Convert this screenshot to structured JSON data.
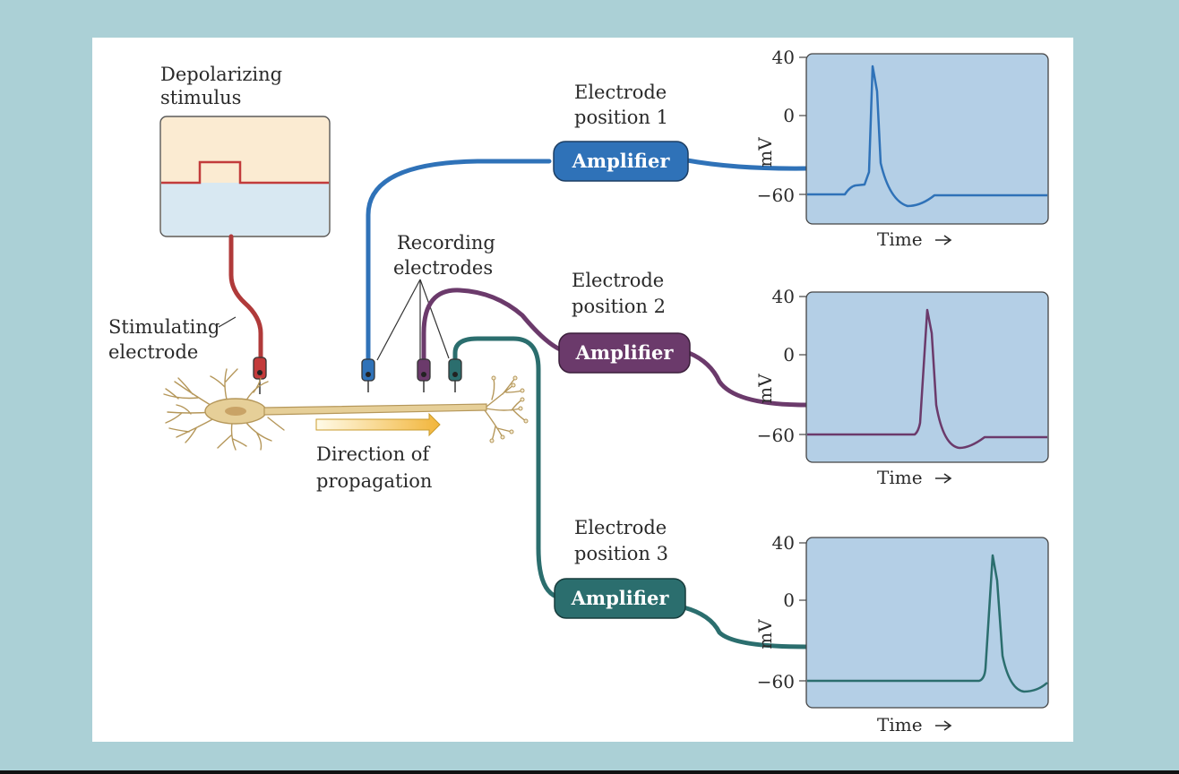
{
  "stimulus": {
    "title_line1": "Depolarizing",
    "title_line2": "stimulus"
  },
  "stimulating_electrode": {
    "label_line1": "Stimulating",
    "label_line2": "electrode"
  },
  "recording_electrodes": {
    "label_line1": "Recording",
    "label_line2": "electrodes"
  },
  "propagation": {
    "label_line1": "Direction of",
    "label_line2": "propagation"
  },
  "amplifier_label": "Amplifier",
  "colors": {
    "background": "#abd0d6",
    "stimulus_wire": "#b03a3a",
    "electrode_1": "#2f72b8",
    "electrode_2": "#6b3a6b",
    "electrode_3": "#2b6e6e",
    "plot_background": "#b4cfe6",
    "stimulus_top": "#fbebd2",
    "stimulus_bottom": "#d8e8f2",
    "neuron": "#e6cf98"
  },
  "recordings": [
    {
      "position_line1": "Electrode",
      "position_line2": "position 1",
      "color": "#2f72b8",
      "y_label": "mV",
      "y_ticks": [
        "40",
        "0",
        "−60"
      ],
      "x_label": "Time",
      "resting_mV": -60,
      "peak_mV": 35,
      "undershoot_mV": -65
    },
    {
      "position_line1": "Electrode",
      "position_line2": "position 2",
      "color": "#6b3a6b",
      "y_label": "mV",
      "y_ticks": [
        "40",
        "0",
        "−60"
      ],
      "x_label": "Time",
      "resting_mV": -60,
      "peak_mV": 35,
      "undershoot_mV": -65
    },
    {
      "position_line1": "Electrode",
      "position_line2": "position 3",
      "color": "#2b6e6e",
      "y_label": "mV",
      "y_ticks": [
        "40",
        "0",
        "−60"
      ],
      "x_label": "Time",
      "resting_mV": -60,
      "peak_mV": 35,
      "undershoot_mV": -65
    }
  ]
}
